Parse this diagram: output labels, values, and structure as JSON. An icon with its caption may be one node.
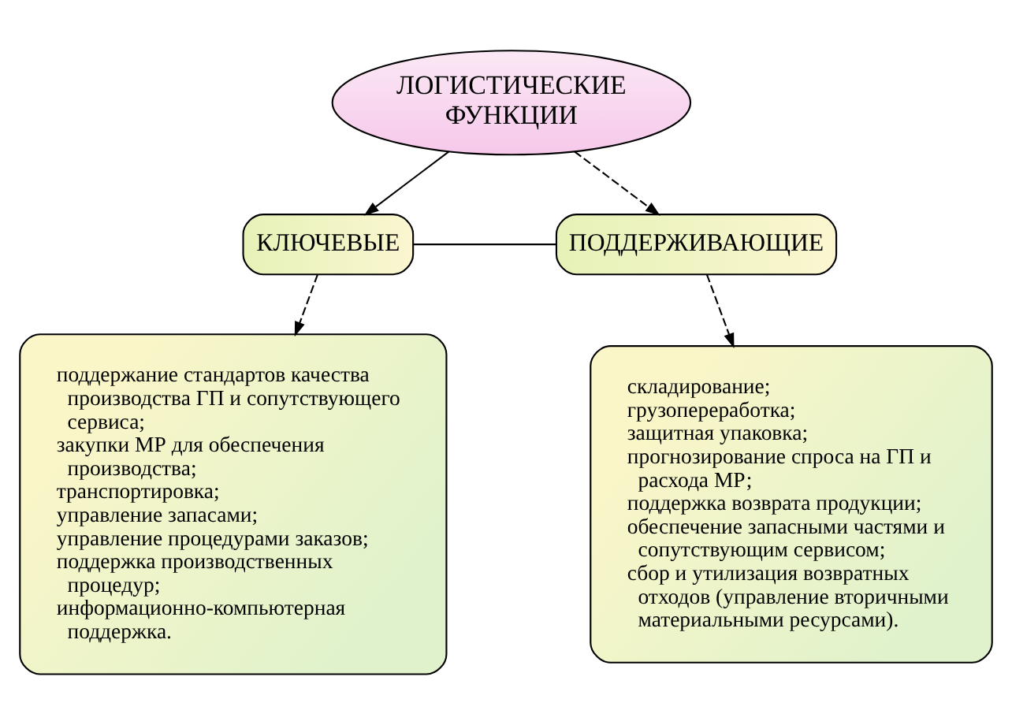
{
  "diagram": {
    "nodes": [
      {
        "text": [
          "ЛОГИСТИЧЕСКИЕ ФУНКЦИИ"
        ]
      },
      {
        "text": [
          "КЛЮЧЕВЫЕ"
        ]
      },
      {
        "text": [
          "ПОДДЕРЖИВАЮЩИЕ"
        ]
      },
      {
        "text": [
          "поддержание стандартов качества производства ГП и сопутствующего сервиса;",
          "закупки МР для обеспечения производства;",
          "транспортировка;",
          "управление запасами;",
          "управление процедурами заказов;",
          "поддержка производственных процедур;",
          "информационно-компьютерная поддержка."
        ]
      },
      {
        "text": [
          "складирование;",
          "грузопереработка;",
          "защитная упаковка;",
          "прогнозирование спроса на ГП и расхода МР;",
          "поддержка возврата продукции;",
          "обеспечение запасными частями и сопутствующим сервисом;",
          "сбор и утилизация возвратных отходов (управление вторичными материальными ресурсами)."
        ]
      }
    ],
    "edges": [
      {
        "from": 0,
        "to": 1,
        "arrow": "to"
      },
      {
        "from": 0,
        "to": 2,
        "arrow": "to",
        "style": "dashed"
      },
      {
        "from": 1,
        "to": 2,
        "arrow": "none"
      },
      {
        "from": 1,
        "to": 3,
        "arrow": "to",
        "style": "dashed"
      },
      {
        "from": 2,
        "to": 4,
        "arrow": "to",
        "style": "dashed"
      }
    ]
  }
}
